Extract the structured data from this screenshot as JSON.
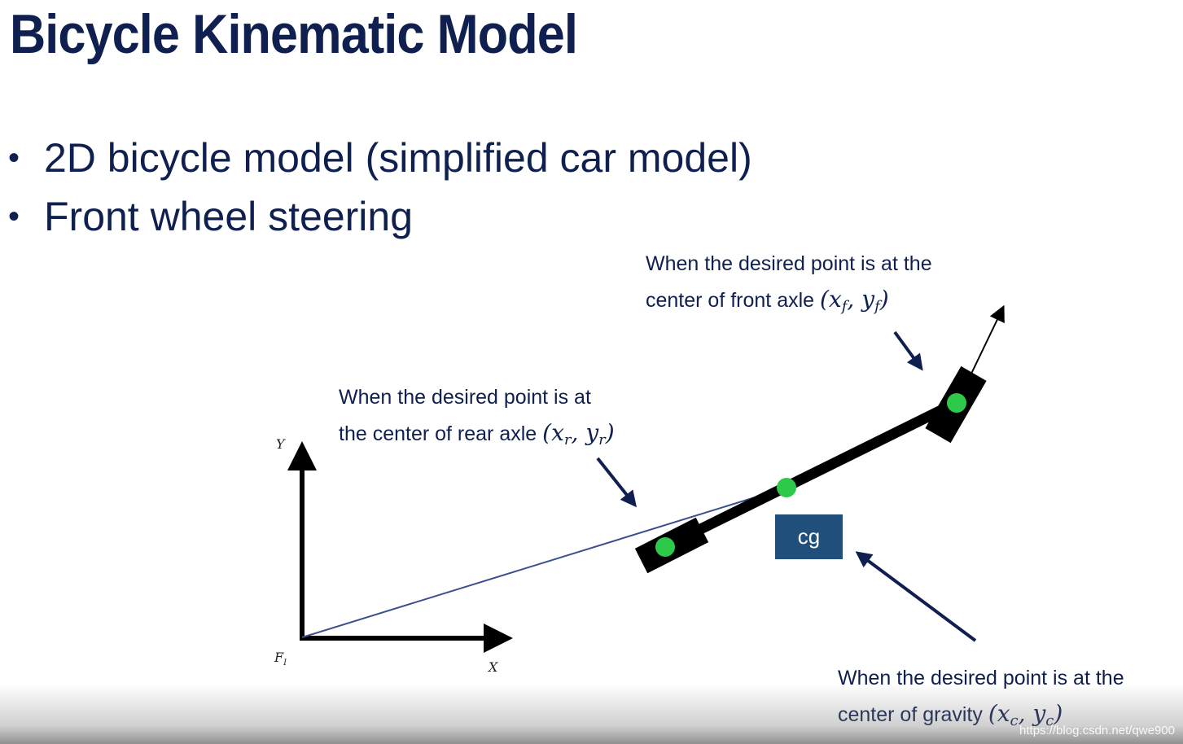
{
  "slide": {
    "title": "Bicycle Kinematic Model",
    "bullets": [
      "2D bicycle model (simplified car model)",
      "Front wheel steering"
    ]
  },
  "annotations": {
    "front": {
      "line1": "When the desired point is at the",
      "line2": "center of front axle",
      "coords": {
        "x": "x",
        "x_sub": "f",
        "y": "y",
        "y_sub": "f"
      }
    },
    "rear": {
      "line1": "When the desired point is at",
      "line2": "the center of rear axle",
      "coords": {
        "x": "x",
        "x_sub": "r",
        "y": "y",
        "y_sub": "r"
      }
    },
    "cg": {
      "line1": "When the desired point is at the",
      "line2": "center of gravity",
      "coords": {
        "x": "x",
        "x_sub": "c",
        "y": "y",
        "y_sub": "c"
      }
    }
  },
  "diagram": {
    "cg_label": "cg",
    "axis_y": "Y",
    "axis_x": "X",
    "frame": "F",
    "frame_sub": "I"
  },
  "colors": {
    "title": "#0f1f4f",
    "cg_box": "#1f4f7a",
    "wheel_point": "#2ec84a",
    "position_vector": "#3b4f8f"
  },
  "watermark": "https://blog.csdn.net/qwe900"
}
